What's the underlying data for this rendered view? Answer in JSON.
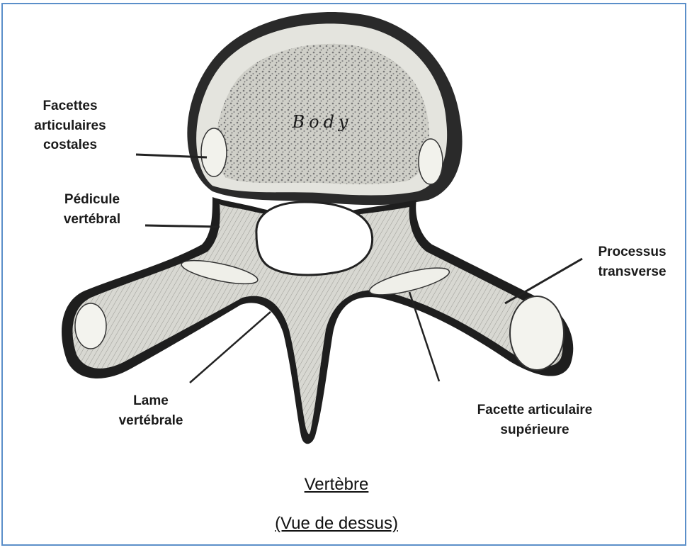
{
  "labels": {
    "facettes_costales": "Facettes\narticulaires\ncostales",
    "pedicule": "Pédicule\nvertébral",
    "processus": "Processus\ntransverse",
    "lame": "Lame\nvertébrale",
    "facette_superieure": "Facette articulaire\nsupérieure",
    "body_text": "Body"
  },
  "caption": {
    "title": "Vertèbre",
    "subtitle": "(Vue de dessus)"
  },
  "colors": {
    "frame": "#5b8fc9",
    "bone": "#e9e9e4",
    "outline": "#1c1c1c"
  }
}
